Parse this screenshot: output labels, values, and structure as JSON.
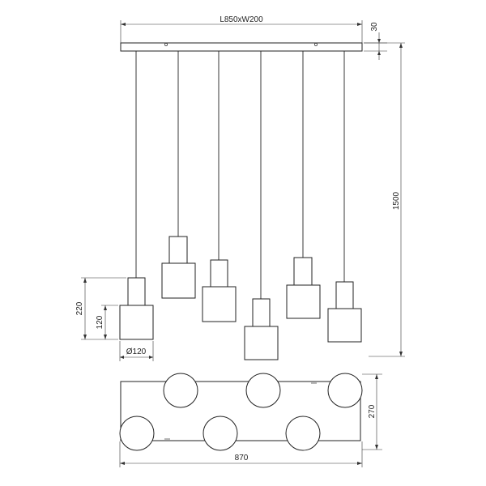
{
  "dimensions": {
    "canopy": "L850xW200",
    "canopy_height": "30",
    "total_height": "1500",
    "shade_total_height": "220",
    "shade_lower_height": "120",
    "shade_diameter": "Ø120",
    "base_depth": "270",
    "base_length": "870"
  }
}
